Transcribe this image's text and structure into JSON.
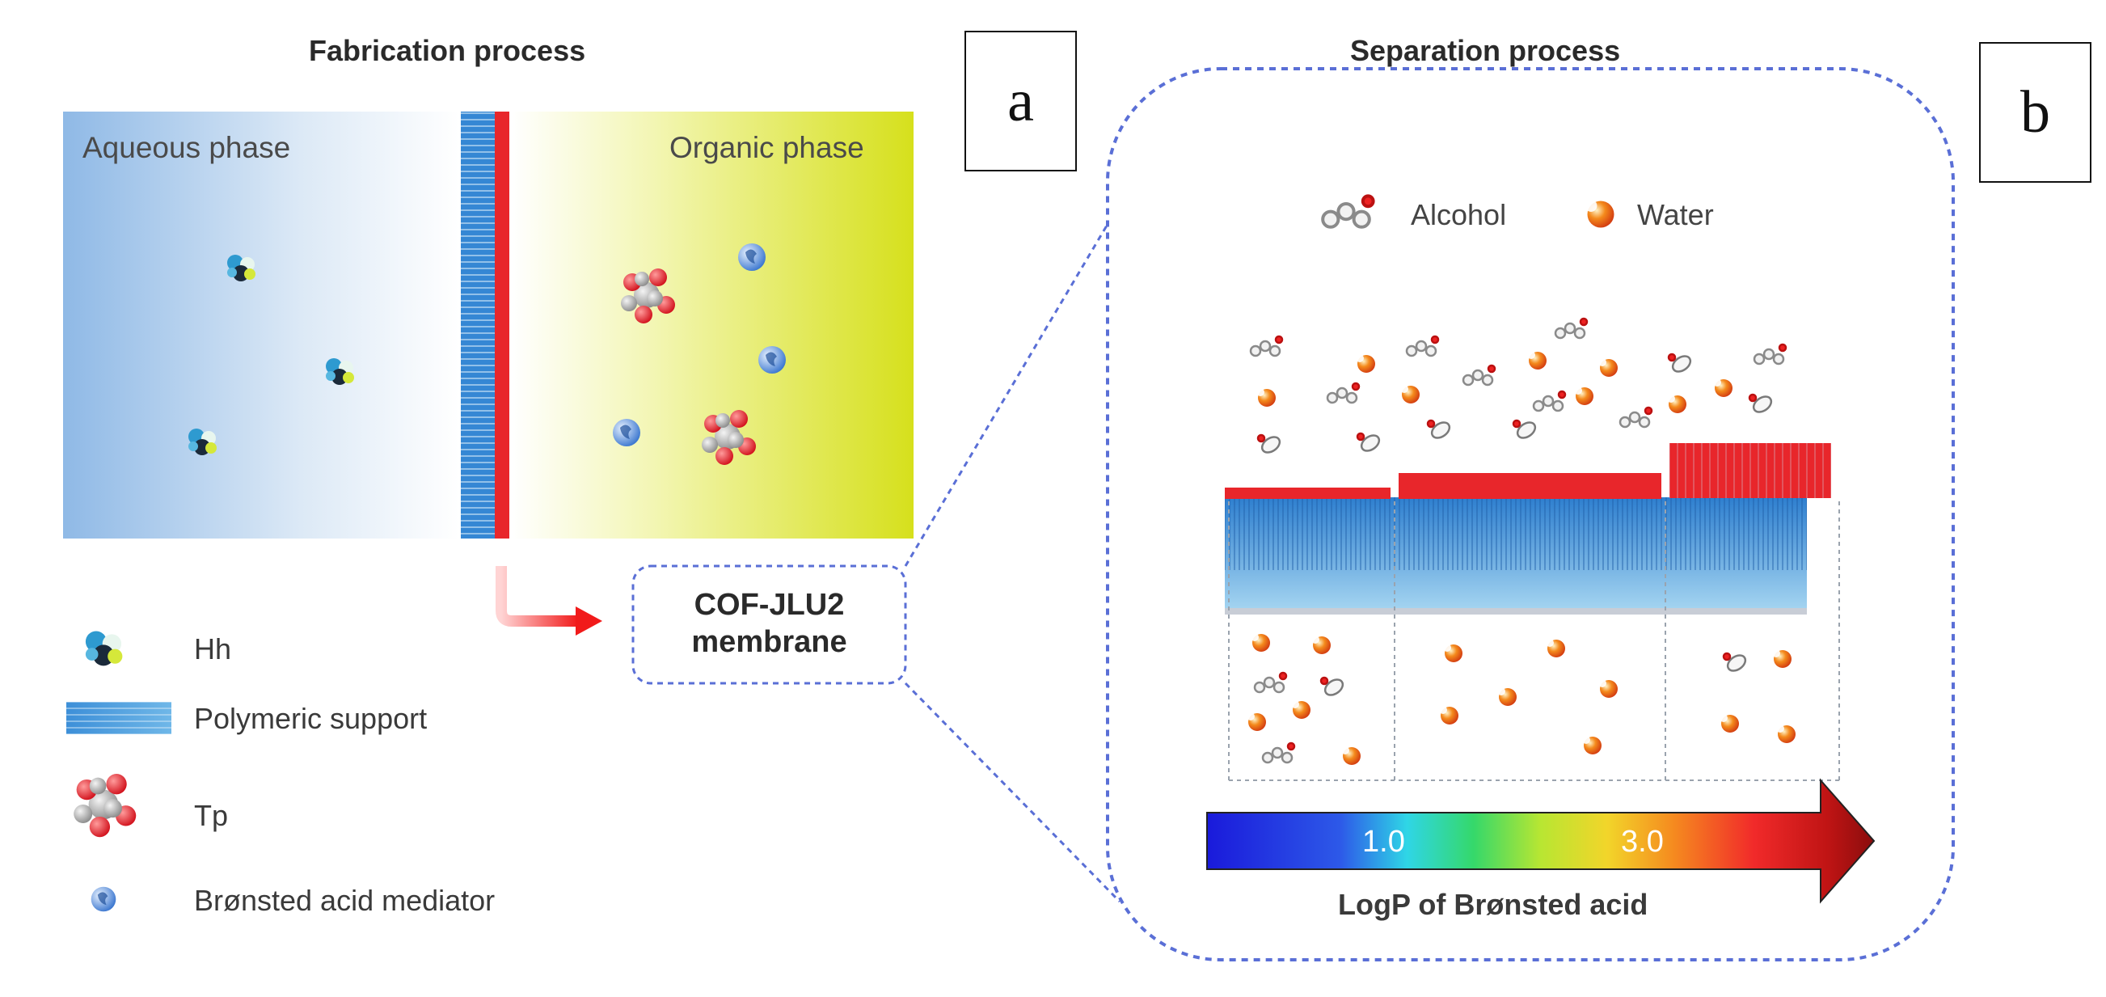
{
  "titles": {
    "fabrication": "Fabrication process",
    "separation": "Separation process"
  },
  "panel_labels": {
    "a": "a",
    "b": "b"
  },
  "fabrication": {
    "aqueous_label": "Aqueous phase",
    "organic_label": "Organic phase",
    "membrane_label_line1": "COF-JLU2",
    "membrane_label_line2": "membrane"
  },
  "legend": {
    "items": [
      {
        "label": "Hh",
        "icon": "hh-molecule-icon"
      },
      {
        "label": "Polymeric support",
        "icon": "polymeric-support-swatch"
      },
      {
        "label": "Tp",
        "icon": "tp-molecule-icon"
      },
      {
        "label": "Brønsted acid mediator",
        "icon": "bronsted-acid-icon"
      }
    ]
  },
  "separation": {
    "key_alcohol": "Alcohol",
    "key_water": "Water",
    "scale_low": "1.0",
    "scale_high": "3.0",
    "axis_label": "LogP of Brønsted acid"
  },
  "colors": {
    "aqueous": "#4d86c9",
    "organic": "#d8e21e",
    "cof_layer": "#e8262b",
    "dashed_outline": "#5a6fd6",
    "support": "#3a9ad6"
  }
}
